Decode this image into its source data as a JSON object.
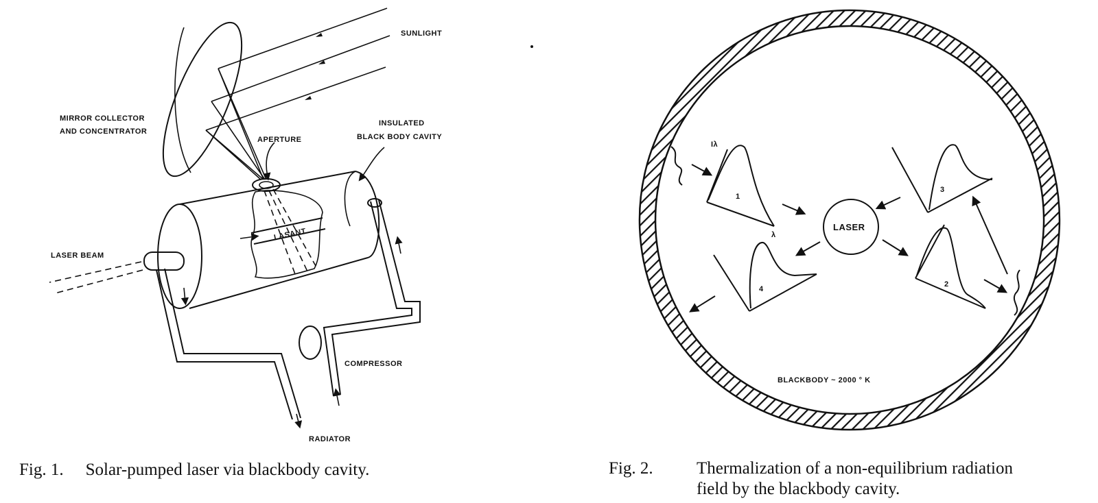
{
  "fig1": {
    "labels": {
      "sunlight": "SUNLIGHT",
      "mirror_line1": "MIRROR COLLECTOR",
      "mirror_line2": "AND CONCENTRATOR",
      "aperture": "APERTURE",
      "cavity_line1": "INSULATED",
      "cavity_line2": "BLACK BODY CAVITY",
      "lasant": "LASANT",
      "laser_beam": "LASER BEAM",
      "compressor": "COMPRESSOR",
      "radiator": "RADIATOR"
    },
    "caption_number": "Fig. 1.",
    "caption_text": "Solar-pumped laser via blackbody cavity."
  },
  "fig2": {
    "labels": {
      "laser": "LASER",
      "blackbody": "BLACKBODY ~ 2000 ° K",
      "intensity_axis": "Iλ",
      "wavelength_axis": "λ",
      "spectrum_1": "1",
      "spectrum_2": "2",
      "spectrum_3": "3",
      "spectrum_4": "4"
    },
    "caption_number": "Fig. 2.",
    "caption_line1": "Thermalization of a non-equilibrium radiation",
    "caption_line2": "field by the blackbody cavity."
  }
}
